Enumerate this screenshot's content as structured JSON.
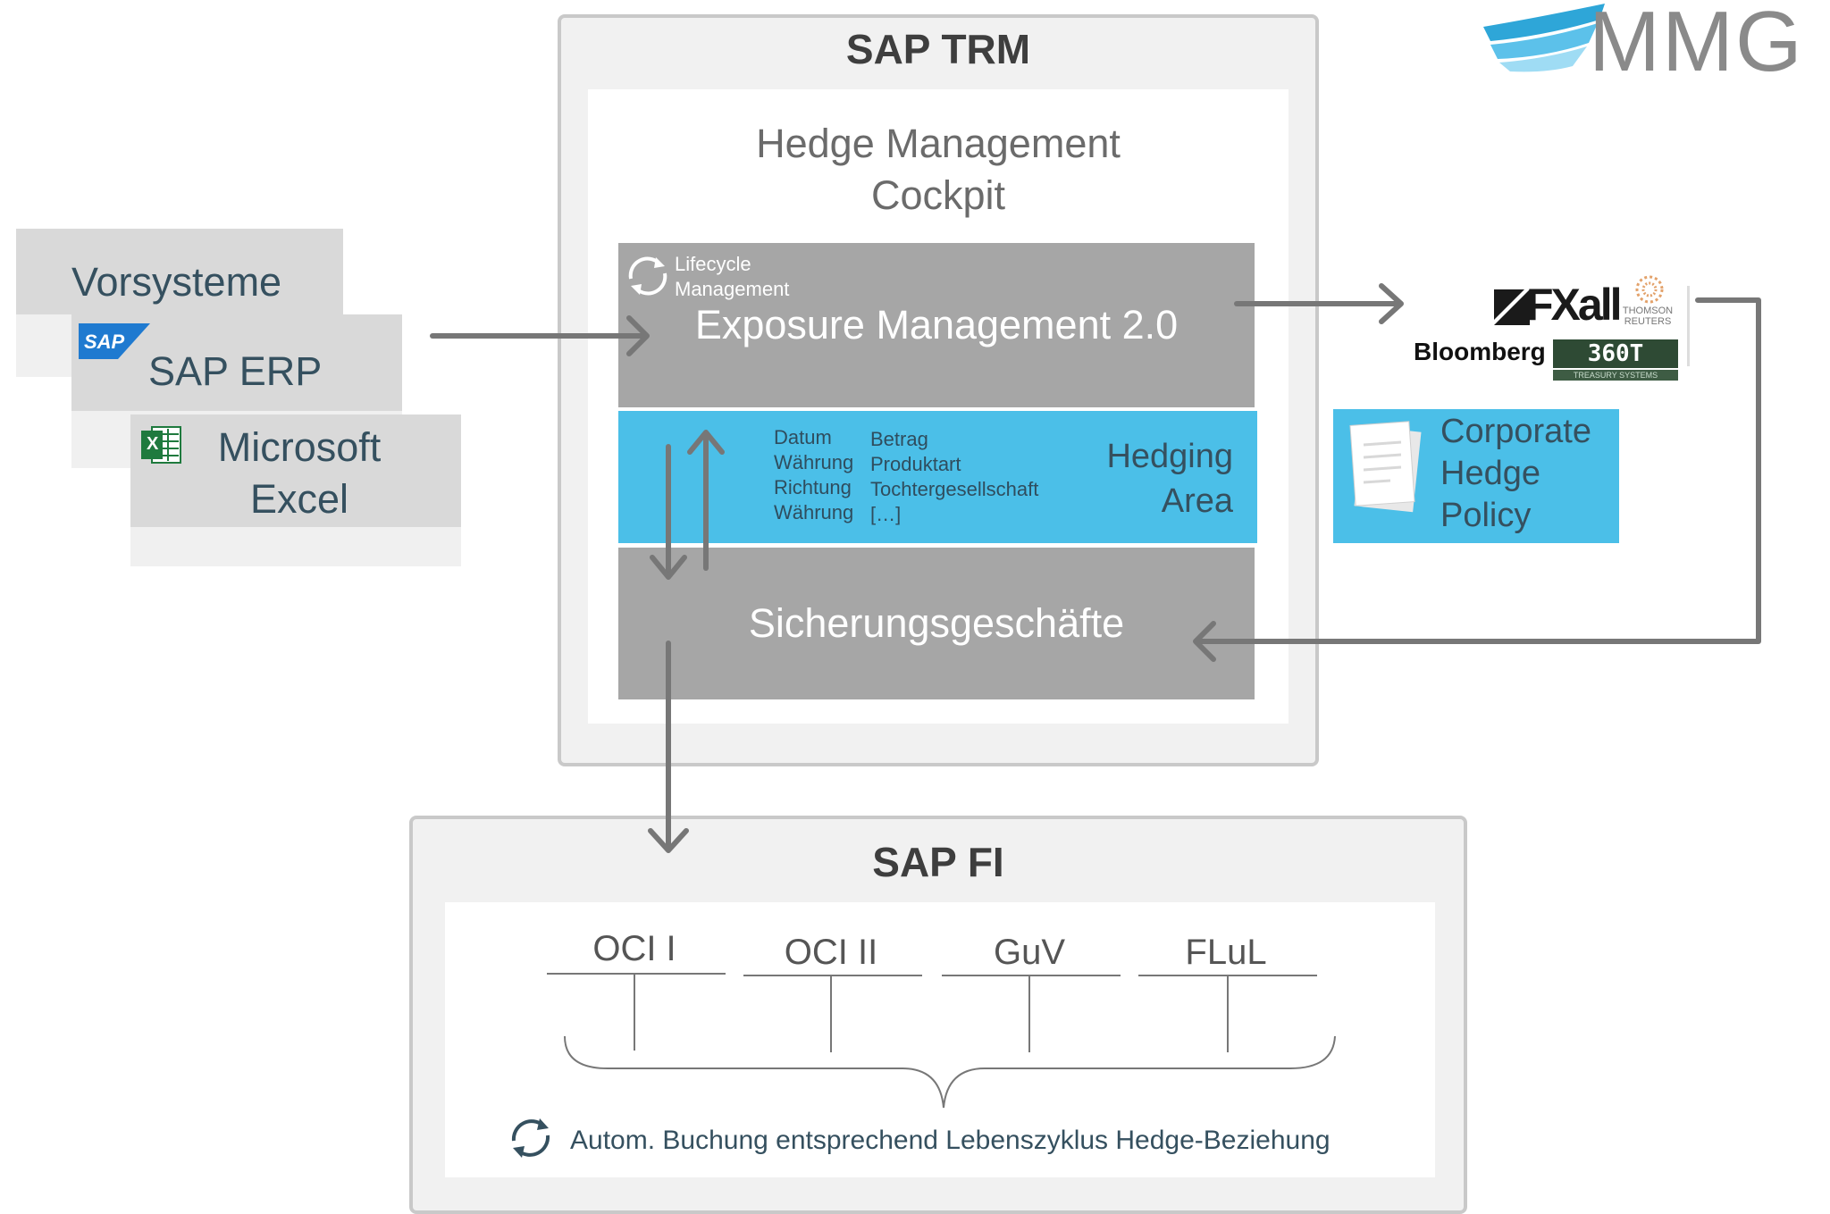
{
  "sap_trm": {
    "title": "SAP TRM",
    "hedge_management_cockpit": [
      "Hedge Management",
      "Cockpit"
    ],
    "exposure": {
      "lifecycle_label": [
        "Lifecycle",
        "Management"
      ],
      "title": "Exposure Management 2.0"
    },
    "hedging_area": {
      "label": [
        "Hedging",
        "Area"
      ],
      "attributes_left": [
        "Datum",
        "Währung",
        "Richtung",
        "Währung"
      ],
      "attributes_right": [
        "Betrag",
        "Produktart",
        "Tochtergesellschaft",
        "[…]"
      ]
    },
    "sicherungsgeschaefte": "Sicherungsgeschäfte"
  },
  "vorsysteme": {
    "title": "Vorsysteme",
    "sap_erp": "SAP ERP",
    "sap_logo": "SAP",
    "excel": [
      "Microsoft",
      "Excel"
    ],
    "excel_logo": "X"
  },
  "external_platforms": {
    "fxall": "FXall",
    "thomson_reuters": [
      "THOMSON",
      "REUTERS"
    ],
    "bloomberg": "Bloomberg",
    "t360": "360T",
    "t360_sub": "TREASURY SYSTEMS"
  },
  "corporate_hedge_policy": [
    "Corporate",
    "Hedge",
    "Policy"
  ],
  "sap_fi": {
    "title": "SAP FI",
    "columns": [
      "OCI I",
      "OCI II",
      "GuV",
      "FLuL"
    ],
    "automation_text": "Autom. Buchung entsprechend Lebenszyklus Hedge-Beziehung"
  },
  "brand": {
    "name": "MMG"
  },
  "colors": {
    "gray_box": "#a6a6a6",
    "blue_area": "#4bbfe8",
    "arrow": "#777777",
    "frame": "#c9c9c9"
  }
}
